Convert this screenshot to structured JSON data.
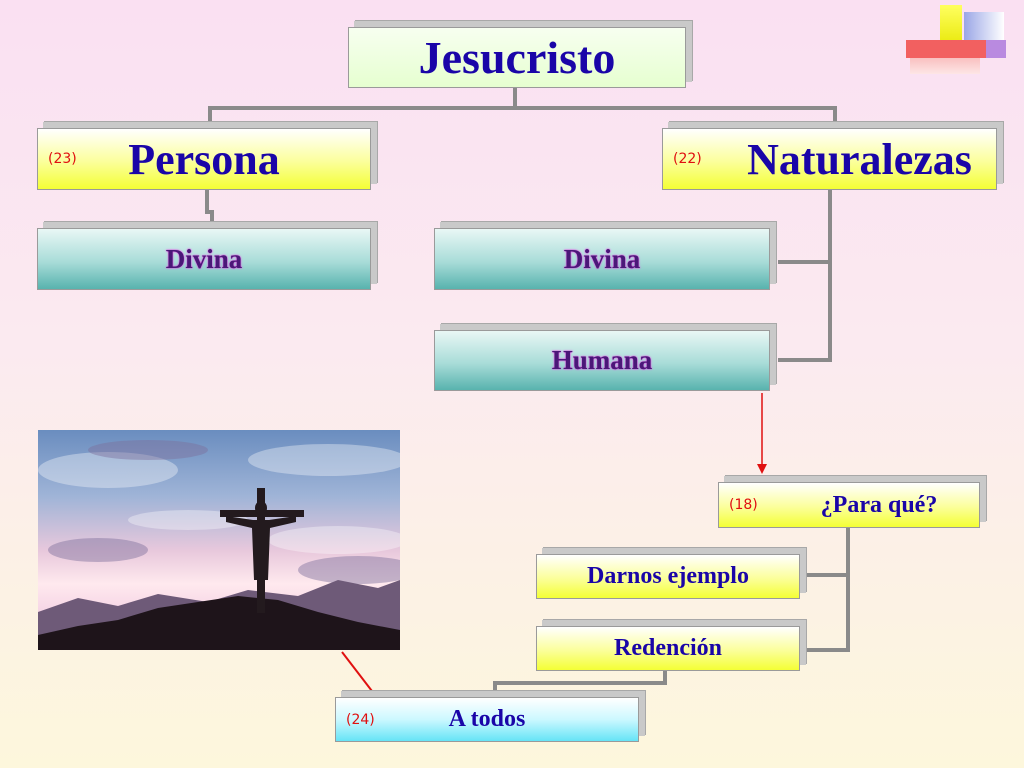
{
  "title": "Jesucristo",
  "nodes": {
    "persona": {
      "label": "Persona",
      "num": "(23)"
    },
    "naturalezas": {
      "label": "Naturalezas",
      "num": "(22)"
    },
    "persona_divina": {
      "label": "Divina"
    },
    "nat_divina": {
      "label": "Divina"
    },
    "nat_humana": {
      "label": "Humana"
    },
    "para_que": {
      "label": "¿Para qué?",
      "num": "(18)"
    },
    "ejemplo": {
      "label": "Darnos ejemplo"
    },
    "redencion": {
      "label": "Redención"
    },
    "a_todos": {
      "label": "A todos",
      "num": "(24)"
    }
  },
  "colors": {
    "title_text": "#1a05a8",
    "number_text": "#e01010",
    "connector": "#808080",
    "arrow": "#e01010"
  },
  "image": {
    "depicts": "crucifix-silhouette-at-sunset"
  }
}
